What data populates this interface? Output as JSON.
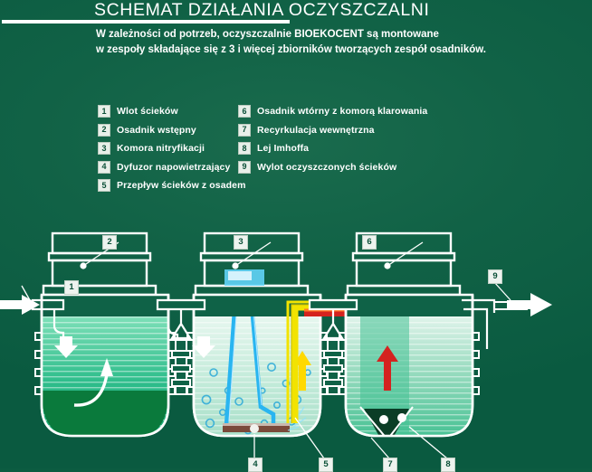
{
  "header": {
    "title": "SCHEMAT DZIAŁANIA OCZYSZCZALNI",
    "subtitle": "W zależności od potrzeb, oczyszczalnie BIOEKOCENT są montowane\nw zespoły składające się z 3 i więcej zbiorników tworzących zespół osadników."
  },
  "legend": {
    "column_left": [
      {
        "number": "1",
        "label": "Wlot ścieków"
      },
      {
        "number": "2",
        "label": "Osadnik wstępny"
      },
      {
        "number": "3",
        "label": "Komora nitryfikacji"
      },
      {
        "number": "4",
        "label": "Dyfuzor napowietrzający"
      },
      {
        "number": "5",
        "label": "Przepływ ścieków z osadem"
      }
    ],
    "column_right": [
      {
        "number": "6",
        "label": "Osadnik wtórny z komorą klarowania"
      },
      {
        "number": "7",
        "label": "Recyrkulacja wewnętrzna"
      },
      {
        "number": "8",
        "label": "Lej Imhoffa"
      },
      {
        "number": "9",
        "label": "Wylot oczyszczonych ścieków"
      }
    ]
  },
  "diagram": {
    "callouts": [
      {
        "id": "1",
        "number": "1"
      },
      {
        "id": "2",
        "number": "2"
      },
      {
        "id": "3",
        "number": "3"
      },
      {
        "id": "4",
        "number": "4"
      },
      {
        "id": "5",
        "number": "5"
      },
      {
        "id": "6",
        "number": "6"
      },
      {
        "id": "7",
        "number": "7"
      },
      {
        "id": "8",
        "number": "8"
      },
      {
        "id": "9",
        "number": "9"
      }
    ],
    "tanks": [
      {
        "name": "osadnik-wstepny",
        "callout": "2"
      },
      {
        "name": "komora-nitryfikacji",
        "callout": "3"
      },
      {
        "name": "osadnik-wtorny",
        "callout": "6"
      }
    ],
    "flows": [
      {
        "name": "inlet-arrow",
        "direction": "right"
      },
      {
        "name": "outlet-arrow",
        "direction": "right"
      },
      {
        "name": "recirculation-pipe",
        "color": "#f2e300"
      },
      {
        "name": "sludge-return-pipe",
        "color": "#c01020"
      },
      {
        "name": "aeration-pipe",
        "color": "#29b5f0"
      }
    ]
  },
  "colors": {
    "background": "#0f6247",
    "water": "#2fc18e",
    "sludge": "#0a7a3c",
    "clear_water": "#d7efe4",
    "outline": "#ffffff",
    "recirculation": "#f2e300",
    "sludge_return": "#c01020",
    "aeration": "#29b5f0",
    "air_arrow": "#ffd900"
  }
}
